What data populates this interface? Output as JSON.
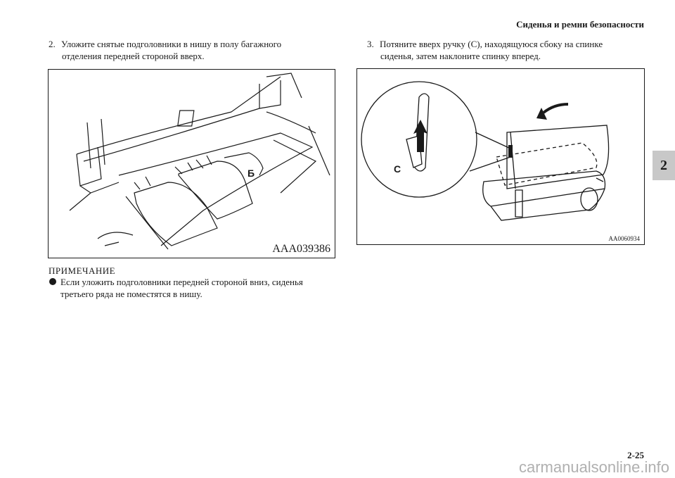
{
  "header": {
    "title": "Сиденья и ремни безопасности"
  },
  "section_tab": {
    "label": "2"
  },
  "left": {
    "step_number": "2.",
    "step_line1": "Уложите снятые подголовники в нишу в полу багажного",
    "step_line2": "отделения передней стороной вверх.",
    "figure_code": "AAA039386",
    "figure_label": "Б",
    "note_title": "ПРИМЕЧАНИЕ",
    "note_text": "Если уложить подголовники передней стороной вниз, сиденья третьего ряда не поместятся в нишу."
  },
  "right": {
    "step_number": "3.",
    "step_line1": "Потяните вверх ручку (C), находящуюся сбоку на спинке",
    "step_line2": "сиденья, затем наклоните спинку вперед.",
    "figure_code": "AA0060934",
    "figure_label": "C"
  },
  "footer": {
    "page_number": "2-25"
  },
  "watermark": {
    "text": "carmanualsonline.info"
  }
}
